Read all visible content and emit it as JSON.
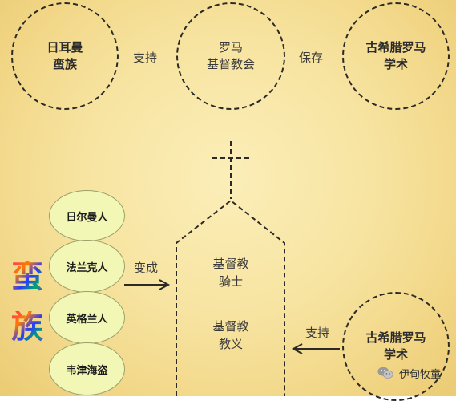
{
  "top": {
    "left_circle": {
      "line1": "日耳曼",
      "line2": "蛮族"
    },
    "support_label": "支持",
    "center_circle": {
      "line1": "罗马",
      "line2": "基督教会"
    },
    "preserve_label": "保存",
    "right_circle": {
      "line1": "古希腊罗马",
      "line2": "学术"
    }
  },
  "barbarians": {
    "title_chars": [
      "蛮",
      "族"
    ],
    "tribes": [
      "日尔曼人",
      "法兰克人",
      "英格兰人",
      "韦津海盗"
    ]
  },
  "arrow_left": {
    "label": "变成"
  },
  "church": {
    "knight_line1": "基督教",
    "knight_line2": "骑士",
    "doctrine_line1": "基督教",
    "doctrine_line2": "教义"
  },
  "bottom_right": {
    "support_label": "支持",
    "circle": {
      "line1": "古希腊罗马",
      "line2": "学术"
    }
  },
  "watermark": {
    "text": "伊甸牧童",
    "icon": "wechat-icon"
  }
}
